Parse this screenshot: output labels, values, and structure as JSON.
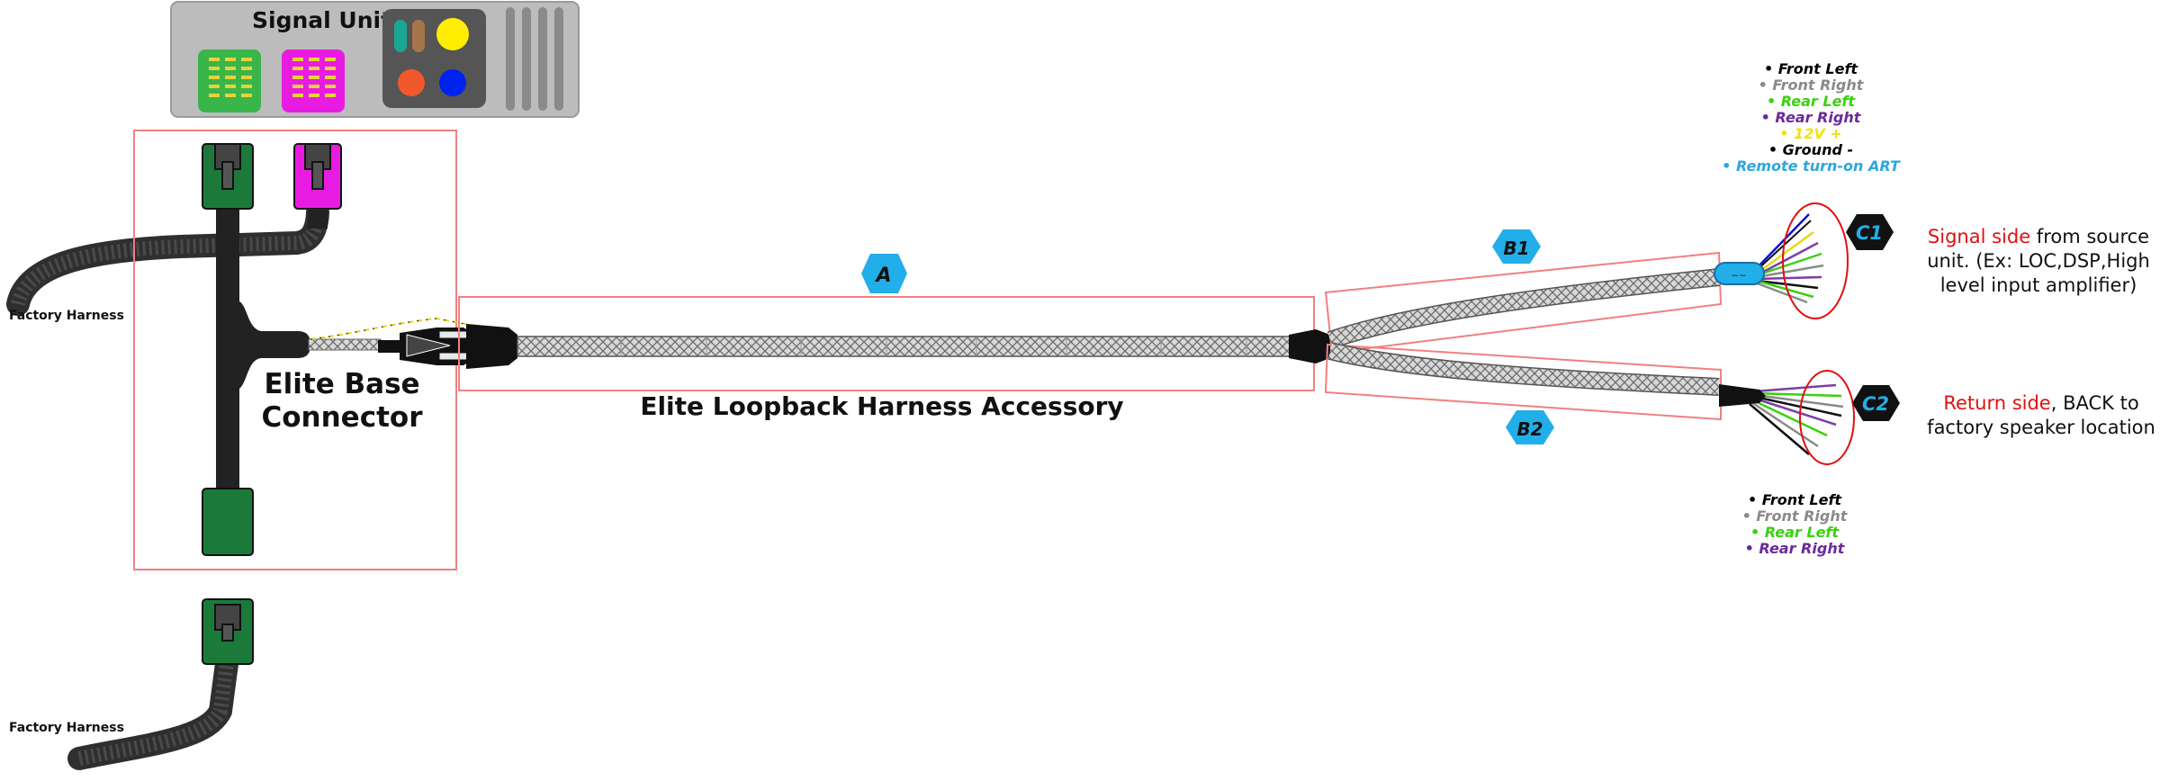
{
  "signal_unit": {
    "title": "Signal Unit"
  },
  "labels": {
    "factory_harness_top": "Factory Harness",
    "factory_harness_bottom": "Factory Harness",
    "base_connector_line1": "Elite Base",
    "base_connector_line2": "Connector",
    "loopback_title": "Elite Loopback Harness Accessory"
  },
  "badges": {
    "a": "A",
    "b1": "B1",
    "b2": "B2",
    "c1": "C1",
    "c2": "C2"
  },
  "signal_legend": [
    {
      "text": "• Front Left",
      "color": "#000000"
    },
    {
      "text": "• Front Right",
      "color": "#8a8a8a"
    },
    {
      "text": "• Rear Left",
      "color": "#39d10f"
    },
    {
      "text": "• Rear Right",
      "color": "#6a2a9c"
    },
    {
      "text": "• 12V +",
      "color": "#f2e20a"
    },
    {
      "text": "• Ground -",
      "color": "#000000"
    },
    {
      "text": "• Remote turn-on ART",
      "color": "#2ea6df"
    }
  ],
  "return_legend": [
    {
      "text": "• Front Left",
      "color": "#000000"
    },
    {
      "text": "• Front Right",
      "color": "#8a8a8a"
    },
    {
      "text": "• Rear Left",
      "color": "#39d10f"
    },
    {
      "text": "• Rear Right",
      "color": "#6a2a9c"
    }
  ],
  "signal_side": {
    "highlight": "Signal side",
    "rest": " from source",
    "line2": "unit. (Ex: LOC,DSP,High",
    "line3": "level input amplifier)"
  },
  "return_side": {
    "highlight": "Return side",
    "rest": ", BACK to",
    "line2": "factory speaker location"
  },
  "colors": {
    "signal_red": "#e01010",
    "badge_blue": "#22aee8",
    "badge_black": "#111111",
    "connector_green": "#1b7a3a",
    "connector_magenta": "#e81ce0",
    "box_red": "#f08080"
  }
}
